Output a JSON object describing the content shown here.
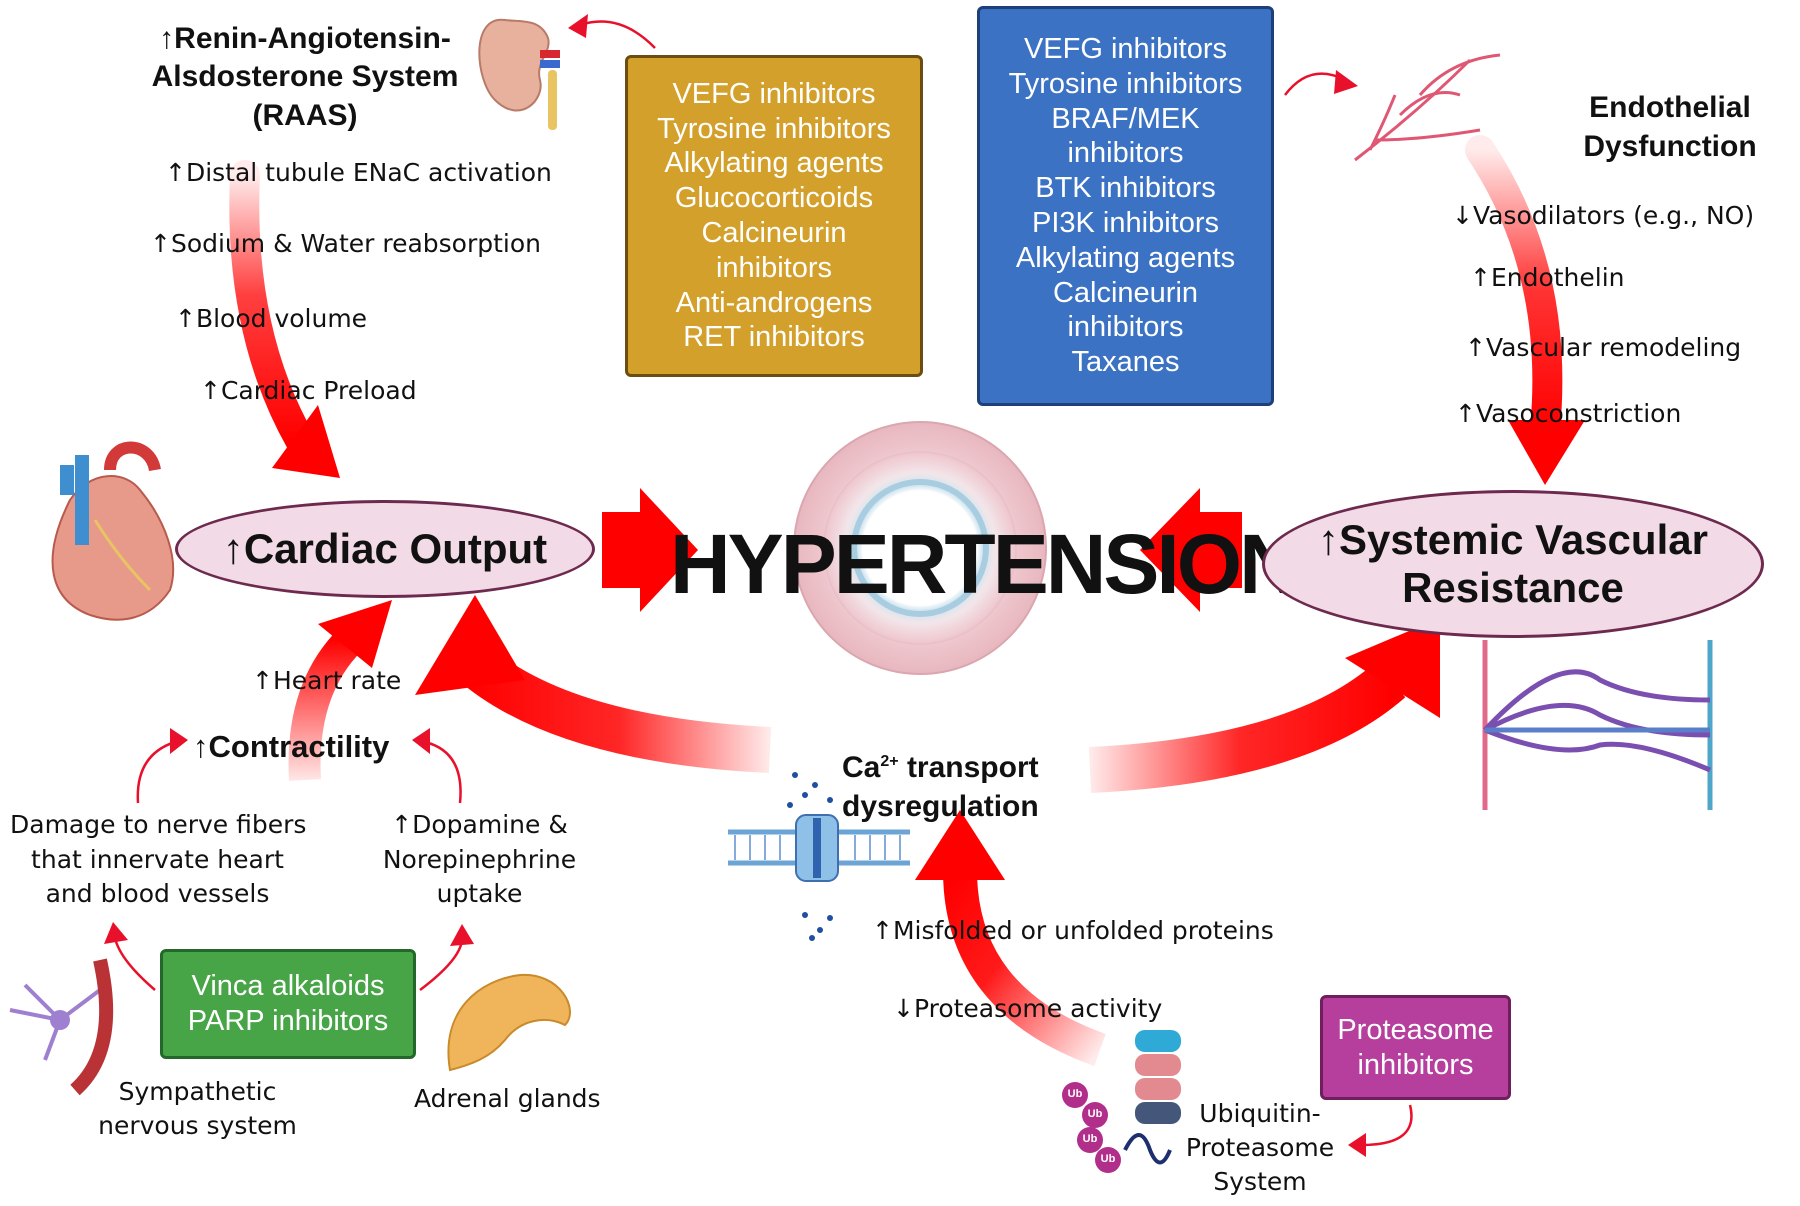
{
  "raas": {
    "title_lines": [
      "↑Renin-Angiotensin-",
      "Alsdosterone System",
      "(RAAS)"
    ],
    "effects": [
      "↑Distal tubule ENaC activation",
      "↑Sodium & Water reabsorption",
      "↑Blood volume",
      "↑Cardiac Preload"
    ]
  },
  "gold_box": {
    "lines": [
      "VEFG inhibitors",
      "Tyrosine inhibitors",
      "Alkylating agents",
      "Glucocorticoids",
      "Calcineurin",
      "inhibitors",
      "Anti-androgens",
      "RET inhibitors"
    ],
    "color": "#d3a02c"
  },
  "blue_box": {
    "lines": [
      "VEFG inhibitors",
      "Tyrosine inhibitors",
      "BRAF/MEK",
      "inhibitors",
      "BTK inhibitors",
      "PI3K inhibitors",
      "Alkylating agents",
      "Calcineurin",
      "inhibitors",
      "Taxanes"
    ],
    "color": "#3b72c4"
  },
  "endothelial": {
    "title_lines": [
      "Endothelial",
      "Dysfunction"
    ],
    "effects": [
      "↓Vasodilators (e.g., NO)",
      "↑Endothelin",
      "↑Vascular remodeling",
      "↑Vasoconstriction"
    ]
  },
  "cardiac_output": "↑Cardiac Output",
  "hypertension": "HYPERTENSION",
  "svr_lines": [
    "↑Systemic Vascular",
    "Resistance"
  ],
  "heart_rate": "↑Heart rate",
  "contractility": "↑Contractility",
  "nerve_damage_lines": [
    "Damage to nerve fibers",
    "that innervate heart",
    "and blood vessels"
  ],
  "dopamine_lines": [
    "↑Dopamine &",
    "Norepinephrine",
    "uptake"
  ],
  "green_box": {
    "lines": [
      "Vinca alkaloids",
      "PARP inhibitors"
    ],
    "color": "#47a447"
  },
  "sympathetic_lines": [
    "Sympathetic",
    "nervous system"
  ],
  "adrenal": "Adrenal glands",
  "calcium": {
    "prefix": "Ca",
    "superscript": "2+",
    "suffix": " transport",
    "line2": "dysregulation"
  },
  "misfolded": "↑Misfolded or unfolded proteins",
  "proteasome_activity": "↓Proteasome activity",
  "purple_box": {
    "lines": [
      "Proteasome",
      "inhibitors"
    ],
    "color": "#b63e9d"
  },
  "ups_lines": [
    "Ubiquitin-",
    "Proteasome",
    "System"
  ],
  "ub_label": "Ub",
  "colors": {
    "arrow_red": "#ff0000",
    "oval_fill": "#f2dbe6",
    "oval_border": "#6d2a4e"
  }
}
